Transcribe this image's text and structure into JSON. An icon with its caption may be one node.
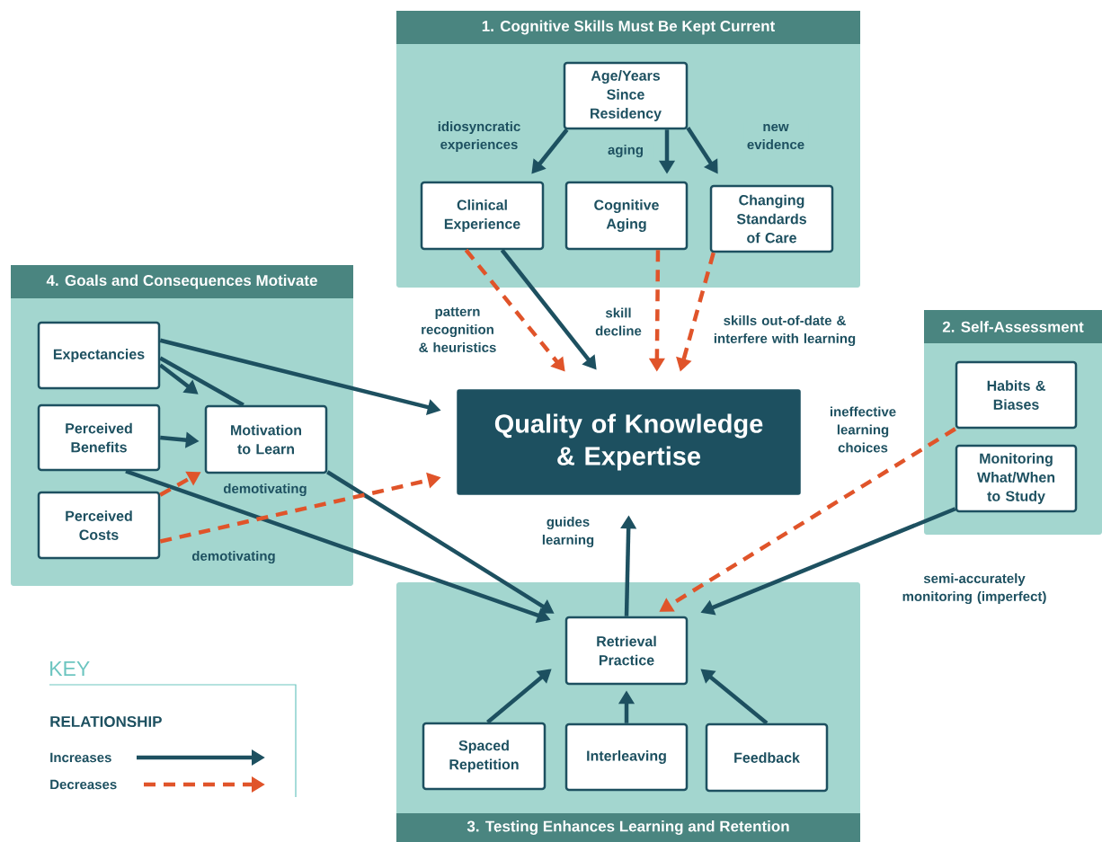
{
  "diagram": {
    "nodes": [
      {
        "text": [
          "1. Cognitive Skills Must Be Kept Current"
        ]
      },
      {
        "text": [
          "Age/Years Since Residency"
        ],
        "in": 0
      },
      {
        "text": [
          "Clinical Experience"
        ],
        "in": 0
      },
      {
        "text": [
          "Cognitive Aging"
        ],
        "in": 0
      },
      {
        "text": [
          "Changing Standards of Care"
        ],
        "in": 0
      },
      {
        "text": [
          "4. Goals and Consequences Motivate"
        ]
      },
      {
        "text": [
          "Expectancies"
        ],
        "in": 5
      },
      {
        "text": [
          "Perceived Benefits"
        ],
        "in": 5
      },
      {
        "text": [
          "Motivation to Learn"
        ],
        "in": 5
      },
      {
        "text": [
          "Perceived Costs"
        ],
        "in": 5
      },
      {
        "text": [
          "Quality of Knowledge & Expertise"
        ]
      },
      {
        "text": [
          "2. Self-Assessment"
        ]
      },
      {
        "text": [
          "Habits & Biases"
        ],
        "in": 11
      },
      {
        "text": [
          "Monitoring What/When to Study"
        ],
        "in": 11
      },
      {
        "text": [
          "3. Testing Enhances Learning and Retention"
        ]
      },
      {
        "text": [
          "Retrieval Practice"
        ],
        "in": 14
      },
      {
        "text": [
          "Spaced Repetition"
        ],
        "in": 14
      },
      {
        "text": [
          "Interleaving"
        ],
        "in": 14
      },
      {
        "text": [
          "Feedback"
        ],
        "in": 14
      }
    ],
    "edges": [
      {
        "from": 1,
        "to": 2,
        "arrow": "to",
        "label": "idiosyncratic experiences"
      },
      {
        "from": 1,
        "to": 3,
        "arrow": "to",
        "label": "aging"
      },
      {
        "from": 1,
        "to": 4,
        "arrow": "to",
        "label": "new evidence"
      },
      {
        "from": 2,
        "to": 10,
        "arrow": "to",
        "style": "dashed",
        "color": "#e0542a",
        "label": "pattern recognition & heuristics"
      },
      {
        "from": 2,
        "to": 10,
        "arrow": "to"
      },
      {
        "from": 3,
        "to": 10,
        "arrow": "to",
        "style": "dashed",
        "color": "#e0542a",
        "label": "skill decline"
      },
      {
        "from": 4,
        "to": 10,
        "arrow": "to",
        "style": "dashed",
        "color": "#e0542a",
        "label": "skills out-of-date & interfere with learning"
      },
      {
        "from": 6,
        "to": 10,
        "arrow": "to"
      },
      {
        "from": 6,
        "to": 8,
        "arrow": "to"
      },
      {
        "from": 6,
        "to": 8,
        "arrow": "none"
      },
      {
        "from": 8,
        "to": 15,
        "arrow": "to"
      },
      {
        "from": 7,
        "to": 8,
        "arrow": "to"
      },
      {
        "from": 7,
        "to": 15,
        "arrow": "to"
      },
      {
        "from": 9,
        "to": 8,
        "arrow": "to",
        "style": "dashed",
        "color": "#e0542a"
      },
      {
        "from": 9,
        "to": 10,
        "arrow": "to",
        "style": "dashed",
        "color": "#e0542a",
        "label": "demotivating"
      },
      {
        "from": 12,
        "to": 15,
        "arrow": "to",
        "style": "dashed",
        "color": "#e0542a",
        "label": "ineffective learning choices"
      },
      {
        "from": 13,
        "to": 15,
        "arrow": "to",
        "label": "semi-accurately monitoring (imperfect)"
      },
      {
        "from": 15,
        "to": 10,
        "arrow": "to",
        "label": "guides learning"
      },
      {
        "from": 16,
        "to": 15,
        "arrow": "to"
      },
      {
        "from": 17,
        "to": 15,
        "arrow": "to"
      },
      {
        "from": 18,
        "to": 15,
        "arrow": "to"
      }
    ],
    "labels": [
      "demotivating",
      "KEY",
      "RELATIONSHIP"
    ],
    "legend": [
      {
        "text": "Increases"
      },
      {
        "text": "Decreases"
      }
    ]
  }
}
